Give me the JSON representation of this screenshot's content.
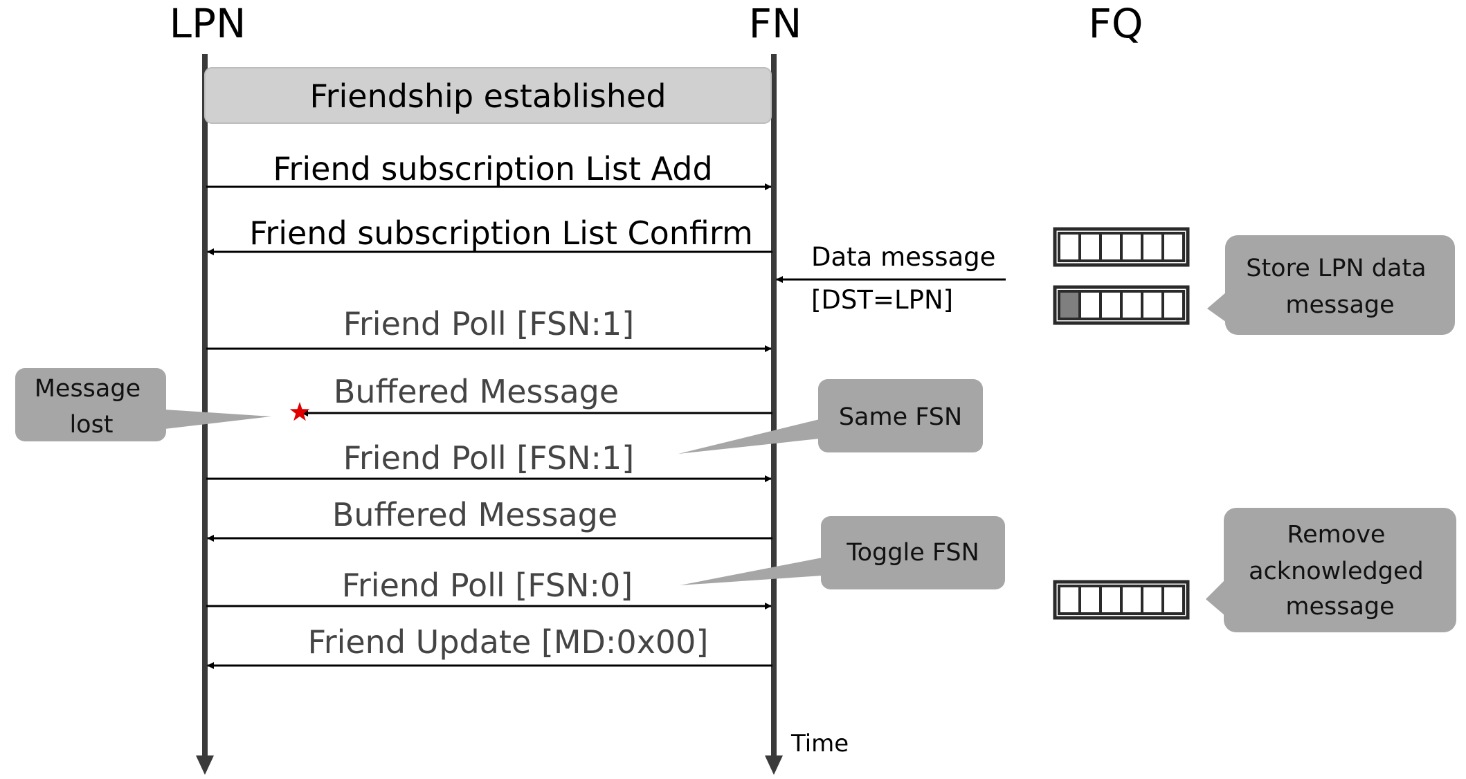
{
  "participants": {
    "lpn": "LPN",
    "fn": "FN",
    "fq": "FQ"
  },
  "banner": "Friendship established",
  "messages": [
    {
      "label": "Friend subscription List Add",
      "direction": "to-FN",
      "style": "dark"
    },
    {
      "label": "Friend subscription List Confirm",
      "direction": "to-LPN",
      "style": "dark"
    },
    {
      "label": "Friend Poll [FSN:1]",
      "direction": "to-FN",
      "style": "grey"
    },
    {
      "label": "Buffered Message",
      "direction": "to-LPN",
      "style": "grey",
      "lost": true
    },
    {
      "label": "Friend Poll [FSN:1]",
      "direction": "to-FN",
      "style": "grey"
    },
    {
      "label": "Buffered Message",
      "direction": "to-LPN",
      "style": "grey"
    },
    {
      "label": "Friend Poll [FSN:0]",
      "direction": "to-FN",
      "style": "grey"
    },
    {
      "label": "Friend Update [MD:0x00]",
      "direction": "to-LPN",
      "style": "grey"
    }
  ],
  "incoming": {
    "line1": "Data message",
    "line2": "[DST=LPN]"
  },
  "queues": [
    {
      "cells": 6,
      "filled": 0
    },
    {
      "cells": 6,
      "filled": 1
    },
    {
      "cells": 6,
      "filled": 0
    }
  ],
  "callouts": {
    "message_lost": [
      "Message",
      "lost"
    ],
    "same_fsn": [
      "Same FSN"
    ],
    "toggle_fsn": [
      "Toggle FSN"
    ],
    "store": [
      "Store LPN data",
      "message"
    ],
    "remove": [
      "Remove",
      "acknowledged",
      "message"
    ]
  },
  "time_label": "Time",
  "colors": {
    "lifeline": "#3a3a3a",
    "banner_fill": "#d0d0d0",
    "callout_fill": "#a6a6a6",
    "queue_filled": "#7f7f7f",
    "lost_marker": "#e00000"
  }
}
